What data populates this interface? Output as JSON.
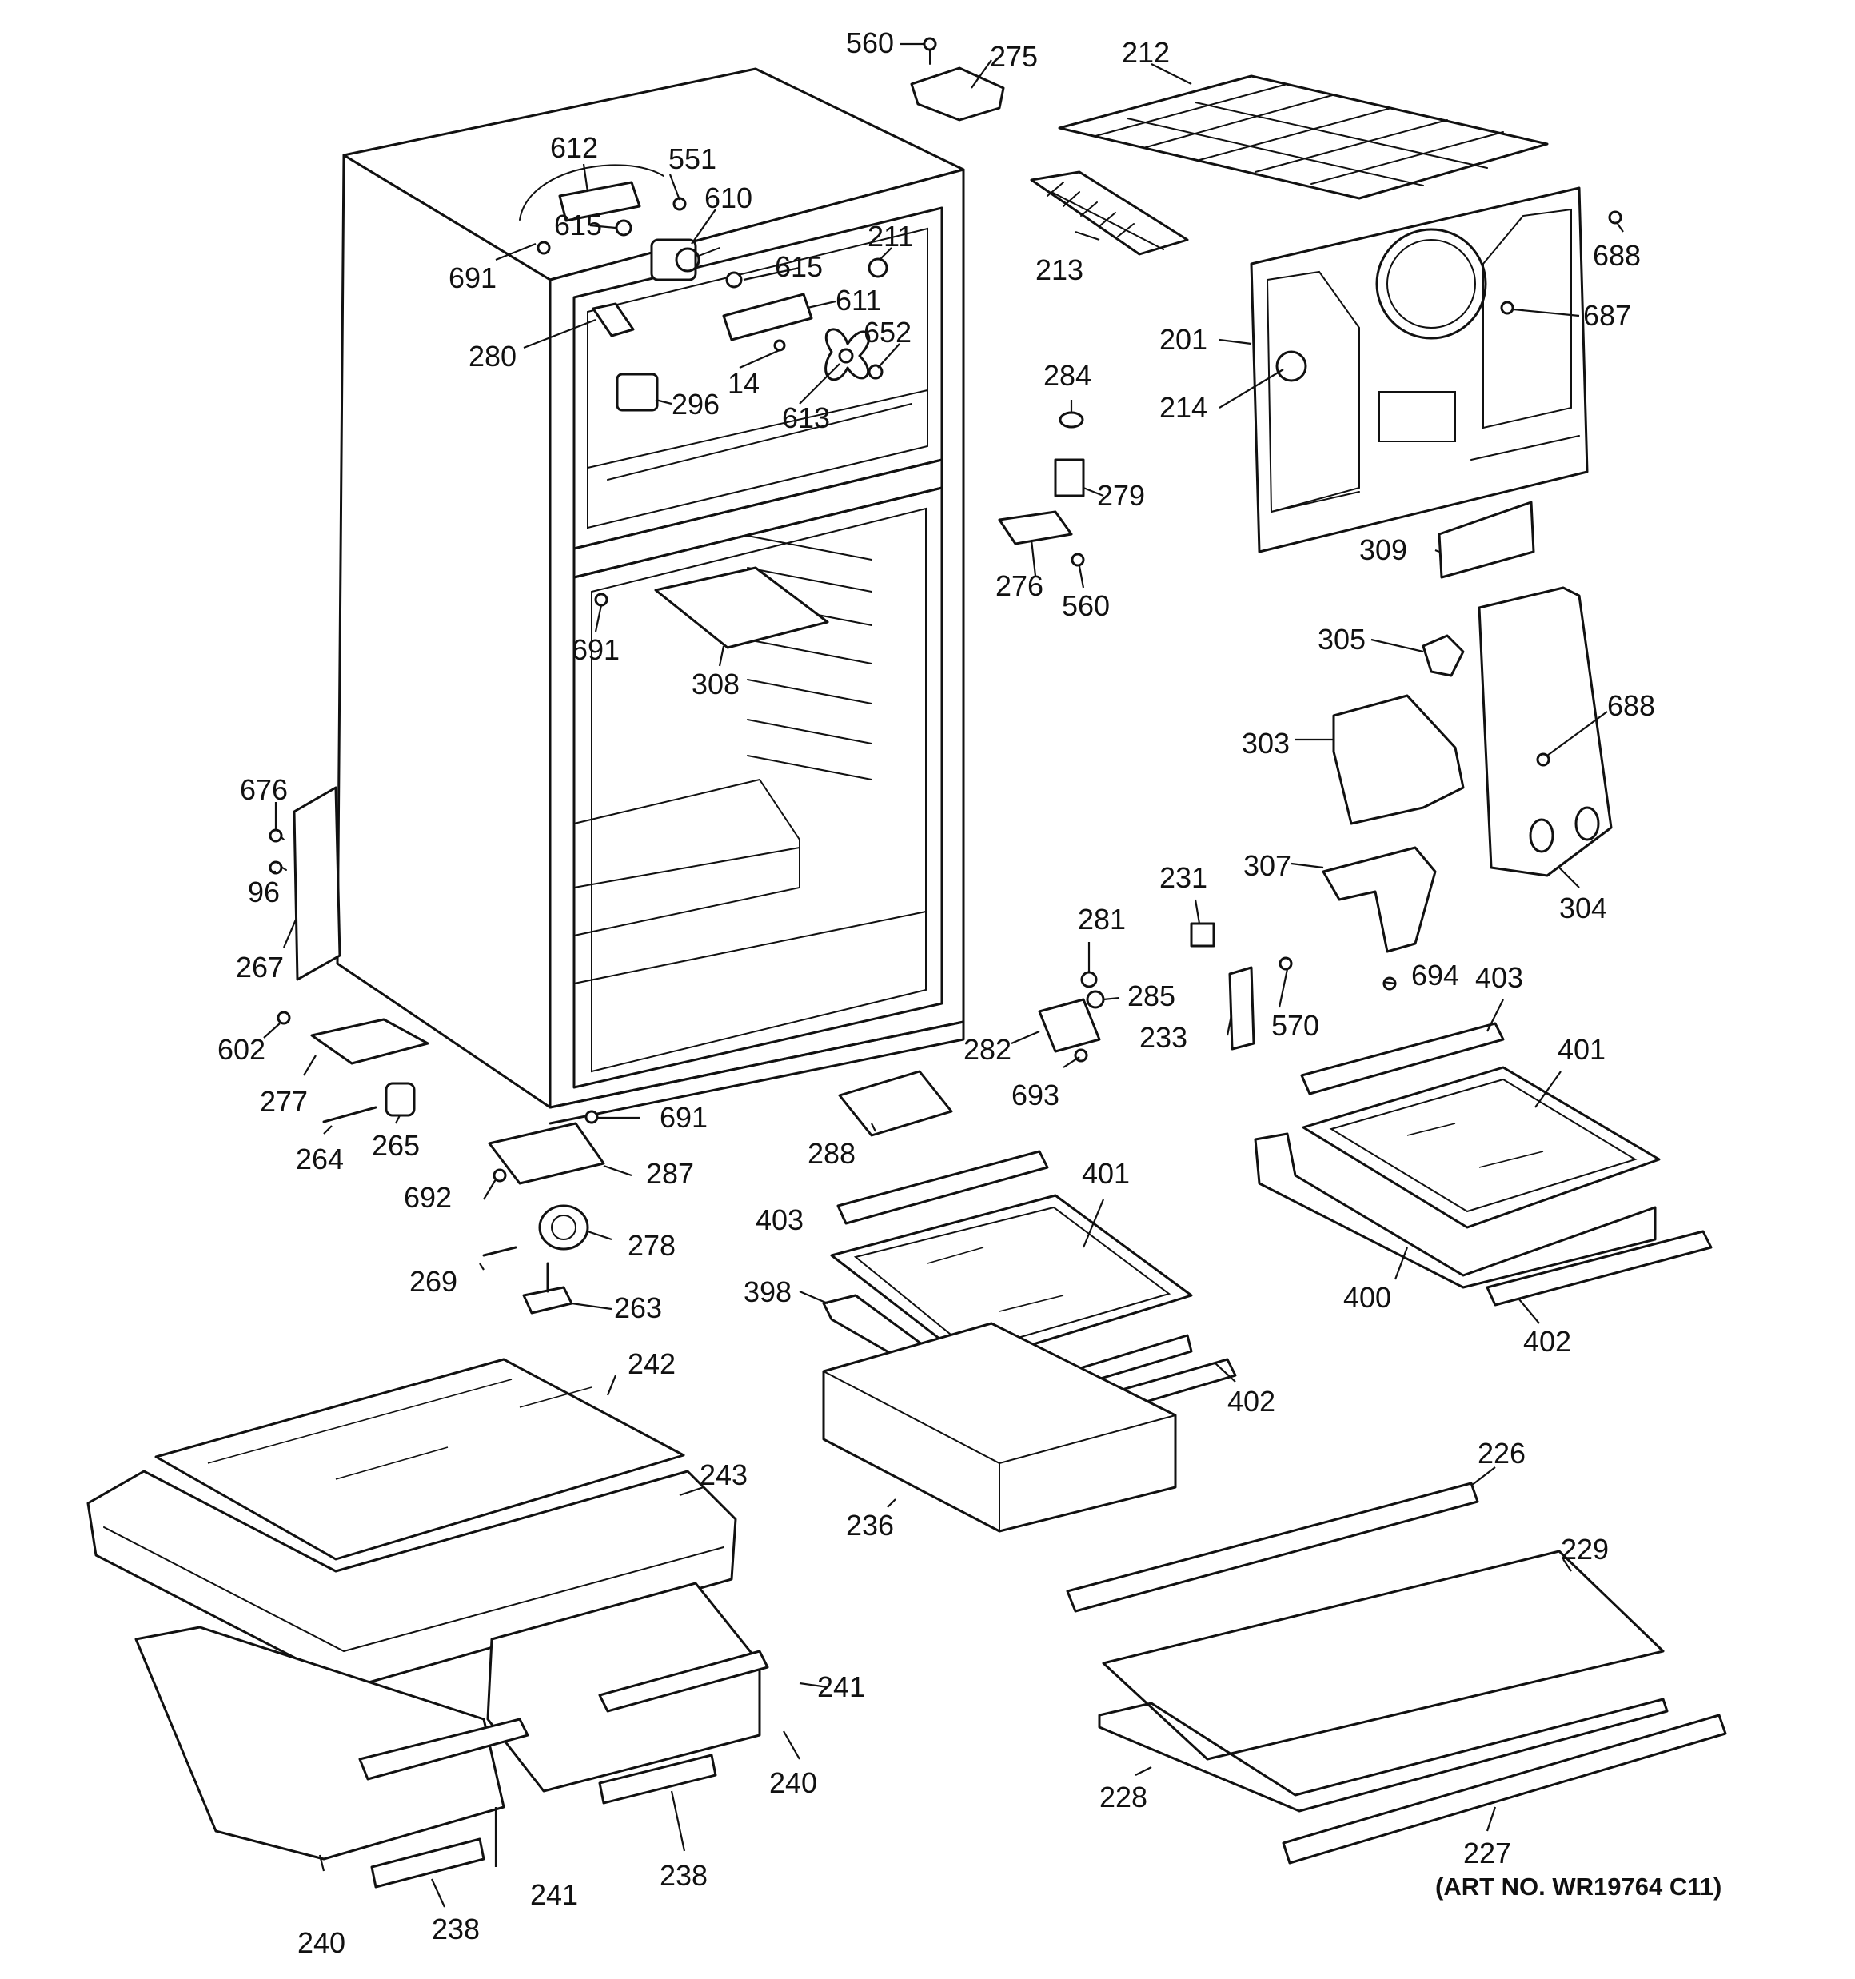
{
  "art_number": "(ART NO. WR19764 C11)",
  "callouts": [
    "560",
    "275",
    "212",
    "612",
    "551",
    "610",
    "615",
    "691",
    "211",
    "615",
    "611",
    "280",
    "652",
    "14",
    "296",
    "613",
    "213",
    "688",
    "687",
    "201",
    "214",
    "284",
    "279",
    "276",
    "560",
    "309",
    "691",
    "308",
    "305",
    "688",
    "303",
    "676",
    "96",
    "267",
    "307",
    "304",
    "231",
    "281",
    "285",
    "694",
    "570",
    "282",
    "233",
    "693",
    "403",
    "401",
    "602",
    "277",
    "691",
    "264",
    "265",
    "288",
    "287",
    "692",
    "403",
    "401",
    "278",
    "269",
    "263",
    "400",
    "398",
    "402",
    "402",
    "242",
    "243",
    "236",
    "226",
    "229",
    "241",
    "240",
    "241",
    "240",
    "238",
    "238",
    "228",
    "227"
  ]
}
